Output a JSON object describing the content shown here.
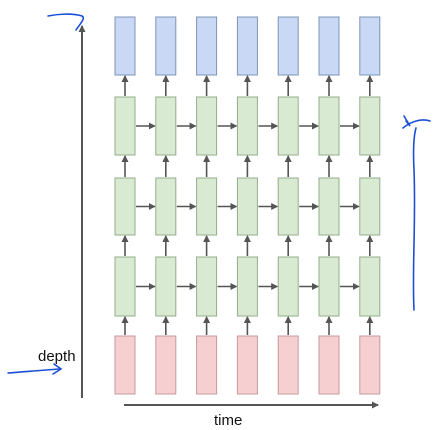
{
  "labels": {
    "depth": "depth",
    "time": "time"
  },
  "grid": {
    "columns": 7,
    "hidden_layers": 3
  },
  "colors": {
    "output": "#c9d9f5",
    "output_stroke": "#7f93b5",
    "hidden": "#d8ebd2",
    "hidden_stroke": "#93ad8c",
    "input": "#f6cfd1",
    "input_stroke": "#c79a9d",
    "arrow": "#555555",
    "axis": "#555555",
    "annotation": "#1a4fd6"
  },
  "icons": [
    "arrow-icon",
    "annotation-ink"
  ]
}
